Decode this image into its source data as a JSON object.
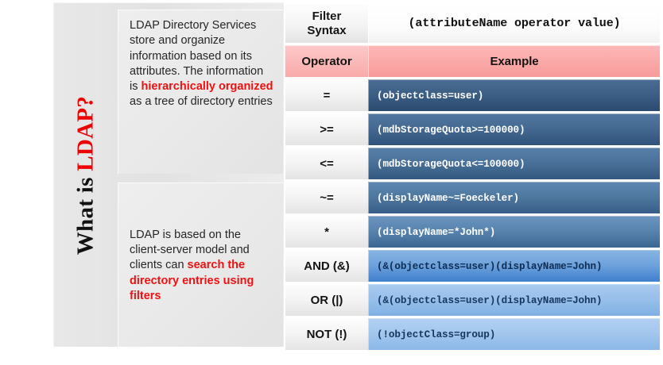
{
  "slide": {
    "title_plain": "What is ",
    "title_accent": "LDAP?"
  },
  "left_panel": {
    "card1": {
      "text_before": "LDAP Directory Services store and organize information based on its attributes. The information is ",
      "highlight": "hierarchically organized",
      "text_after": " as a tree of directory entries"
    },
    "card2": {
      "text_before": "LDAP is based on the client-server model and clients can ",
      "highlight": "search the directory entries using filters",
      "text_after": ""
    }
  },
  "table": {
    "syntax_row": {
      "label": "Filter Syntax",
      "label_line1": "Filter",
      "label_line2": "Syntax",
      "value": "(attributeName operator value)"
    },
    "header_row": {
      "col1": "Operator",
      "col2": "Example"
    },
    "rows": [
      {
        "operator": "=",
        "example": "(objectclass=user)"
      },
      {
        "operator": ">=",
        "example": "(mdbStorageQuota>=100000)"
      },
      {
        "operator": "<=",
        "example": "(mdbStorageQuota<=100000)"
      },
      {
        "operator": "~=",
        "example": "(displayName~=Foeckeler)"
      },
      {
        "operator": "*",
        "example": "(displayName=*John*)"
      },
      {
        "operator": "AND (&)",
        "example": "(&(objectclass=user)(displayName=John)"
      },
      {
        "operator": "OR (|)",
        "example": "(&(objectclass=user)(displayName=John)"
      },
      {
        "operator": "NOT (!)",
        "example": "(!objectClass=group)"
      }
    ]
  },
  "colors": {
    "accent_red": "#ee0000",
    "header_pink": "#fba9a9",
    "row_blue_dark": "#2b4a6f",
    "row_blue_light": "#a3c7ed",
    "panel_gray": "#e8e8e8"
  }
}
